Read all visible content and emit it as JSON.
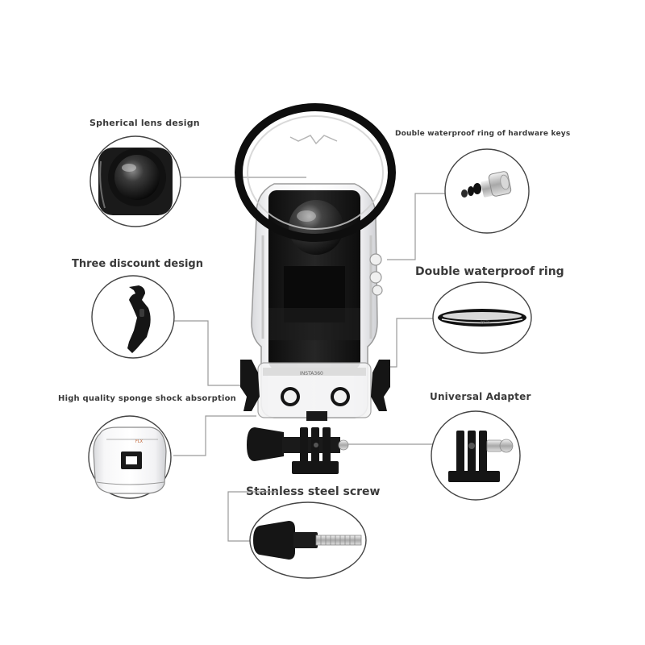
{
  "features": [
    {
      "id": "spherical-lens",
      "label": "Spherical lens design",
      "icon": "spherical-lens-icon"
    },
    {
      "id": "hardware-keys",
      "label": "Double waterproof ring of hardware keys",
      "icon": "button-ring-parts-icon"
    },
    {
      "id": "three-discount",
      "label": "Three discount design",
      "icon": "latch-buckle-icon"
    },
    {
      "id": "waterproof-ring",
      "label": "Double waterproof ring",
      "icon": "o-ring-seal-icon"
    },
    {
      "id": "sponge",
      "label": "High quality sponge shock absorption",
      "icon": "sponge-housing-icon"
    },
    {
      "id": "adapter",
      "label": "Universal Adapter",
      "icon": "mount-adapter-icon"
    },
    {
      "id": "screw",
      "label": "Stainless steel screw",
      "icon": "thumb-screw-icon"
    }
  ],
  "product": {
    "name": "underwater-dive-housing",
    "icon": "dive-housing-with-camera-icon",
    "housing_text": "INSTA360"
  },
  "colors": {
    "background": "#ffffff",
    "line": "#9a9a9a",
    "circle": "#444444",
    "text": "#3a3a3a",
    "accent_dark": "#151515"
  }
}
